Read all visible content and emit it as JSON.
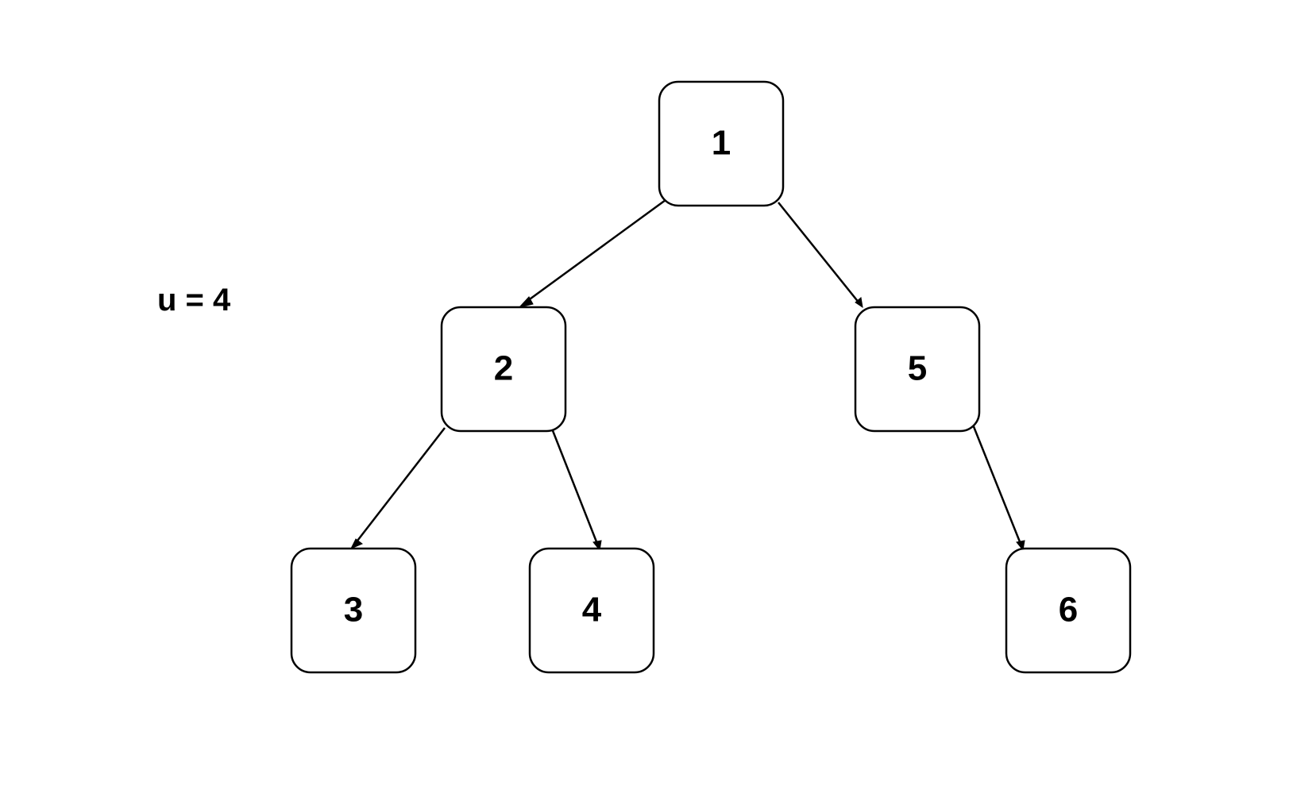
{
  "annotation": "u = 4",
  "nodes": [
    {
      "id": "n1",
      "label": "1"
    },
    {
      "id": "n2",
      "label": "2"
    },
    {
      "id": "n5",
      "label": "5"
    },
    {
      "id": "n3",
      "label": "3"
    },
    {
      "id": "n4",
      "label": "4"
    },
    {
      "id": "n6",
      "label": "6"
    }
  ],
  "edges": [
    {
      "from": "1",
      "to": "2"
    },
    {
      "from": "1",
      "to": "5"
    },
    {
      "from": "2",
      "to": "3"
    },
    {
      "from": "2",
      "to": "4"
    },
    {
      "from": "5",
      "to": "6"
    }
  ],
  "colors": {
    "stroke": "#000000",
    "background": "#ffffff"
  }
}
